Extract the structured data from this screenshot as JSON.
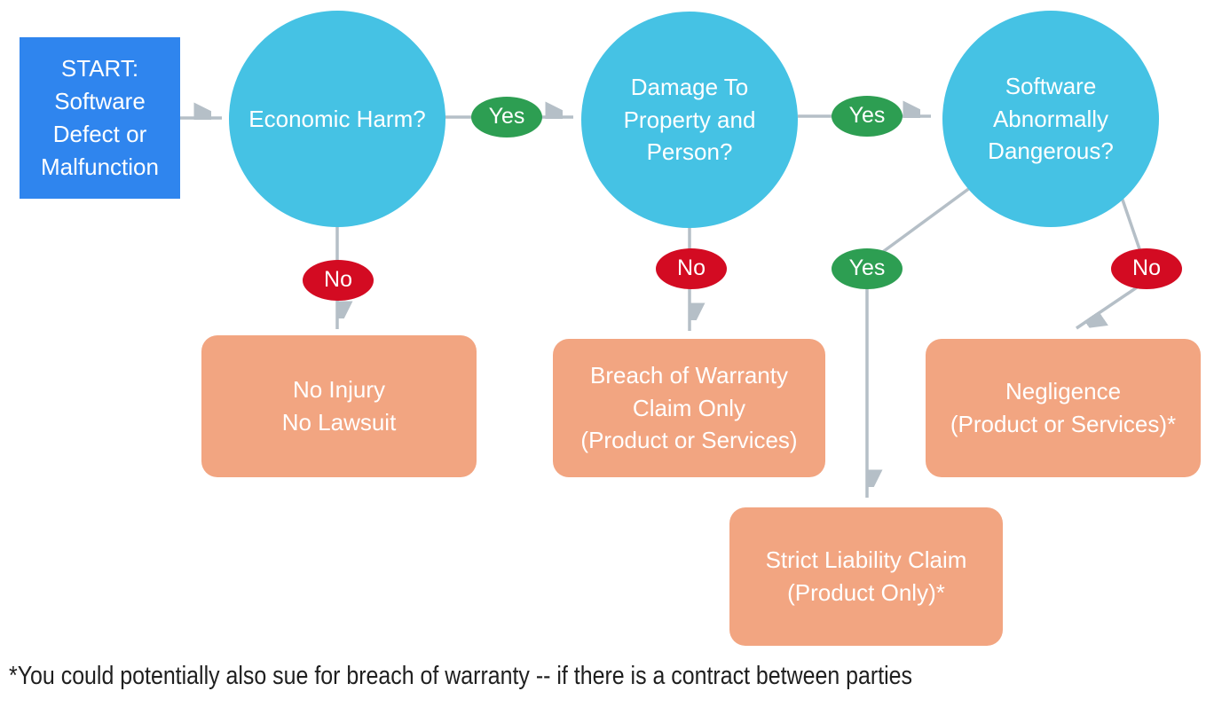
{
  "colors": {
    "start_fill": "#2f85ee",
    "decision_fill": "#45c2e4",
    "yes_fill": "#2d9e52",
    "no_fill": "#d30b22",
    "outcome_fill": "#f2a581",
    "connector": "#b5bfc7",
    "node_text": "#ffffff",
    "footnote_text": "#1f1f1f"
  },
  "nodes": {
    "start": {
      "label": "START:\nSoftware\nDefect or\nMalfunction"
    },
    "economic_harm": {
      "label": "Economic Harm?"
    },
    "damage": {
      "label": "Damage To\nProperty and\nPerson?"
    },
    "dangerous": {
      "label": "Software\nAbnormally\nDangerous?"
    },
    "no_injury": {
      "label": "No Injury\nNo Lawsuit"
    },
    "breach": {
      "label": "Breach of Warranty\nClaim Only\n(Product or Services)"
    },
    "strict": {
      "label": "Strict Liability Claim\n(Product Only)*"
    },
    "negligence": {
      "label": "Negligence\n(Product or Services)*"
    }
  },
  "edges": {
    "yes1": "Yes",
    "yes2": "Yes",
    "yes3": "Yes",
    "no1": "No",
    "no2": "No",
    "no3": "No"
  },
  "footnote": "*You could potentially also sue for breach of warranty -- if there is a contract between parties"
}
